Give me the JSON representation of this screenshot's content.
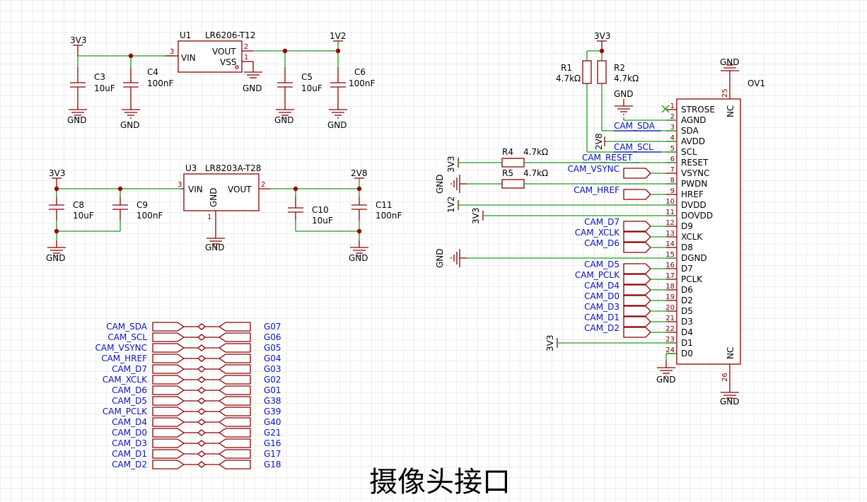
{
  "title": "摄像头接口",
  "colors": {
    "wire": "#1a9a1a",
    "symbol": "#8b0000",
    "net_label": "#0a10c8",
    "junction": "#a00000",
    "grid": "#dcdcdc"
  },
  "power_nets": {
    "p3v3": "3V3",
    "p1v2": "1V2",
    "p2v8": "2V8",
    "gnd": "GND"
  },
  "u1": {
    "ref": "U1",
    "part": "LR6206-T12",
    "pin_vin": "VIN",
    "pin_vout": "VOUT",
    "pin_vss": "VSS",
    "n3": "3",
    "n2": "2",
    "n1": "1"
  },
  "u3": {
    "ref": "U3",
    "part": "LR8203A-T28",
    "pin_vin": "VIN",
    "pin_vout": "VOUT",
    "pin_gnd": "GND",
    "n3": "3",
    "n2": "2",
    "n1": "1"
  },
  "caps": {
    "c3": {
      "ref": "C3",
      "val": "10uF"
    },
    "c4": {
      "ref": "C4",
      "val": "100nF"
    },
    "c5": {
      "ref": "C5",
      "val": "10uF"
    },
    "c6": {
      "ref": "C6",
      "val": "100nF"
    },
    "c8": {
      "ref": "C8",
      "val": "10uF"
    },
    "c9": {
      "ref": "C9",
      "val": "100nF"
    },
    "c10": {
      "ref": "C10",
      "val": "10uF"
    },
    "c11": {
      "ref": "C11",
      "val": "100nF"
    }
  },
  "resistors": {
    "r1": {
      "ref": "R1",
      "val": "4.7kΩ"
    },
    "r2": {
      "ref": "R2",
      "val": "4.7kΩ"
    },
    "r4": {
      "ref": "R4",
      "val": "4.7kΩ"
    },
    "r5": {
      "ref": "R5",
      "val": "4.7kΩ"
    }
  },
  "camera": {
    "ref": "OV1",
    "nc": "NC",
    "pin25": "25",
    "pin26": "26",
    "pins": [
      {
        "num": "1",
        "name": "STROSE"
      },
      {
        "num": "2",
        "name": "AGND"
      },
      {
        "num": "3",
        "name": "SDA"
      },
      {
        "num": "4",
        "name": "AVDD"
      },
      {
        "num": "5",
        "name": "SCL"
      },
      {
        "num": "6",
        "name": "RESET"
      },
      {
        "num": "7",
        "name": "VSYNC"
      },
      {
        "num": "8",
        "name": "PWDN"
      },
      {
        "num": "9",
        "name": "HREF"
      },
      {
        "num": "10",
        "name": "DVDD"
      },
      {
        "num": "11",
        "name": "DOVDD"
      },
      {
        "num": "12",
        "name": "D9"
      },
      {
        "num": "13",
        "name": "XCLK"
      },
      {
        "num": "14",
        "name": "D8"
      },
      {
        "num": "15",
        "name": "DGND"
      },
      {
        "num": "16",
        "name": "D7"
      },
      {
        "num": "17",
        "name": "PCLK"
      },
      {
        "num": "18",
        "name": "D6"
      },
      {
        "num": "19",
        "name": "D2"
      },
      {
        "num": "20",
        "name": "D5"
      },
      {
        "num": "21",
        "name": "D3"
      },
      {
        "num": "22",
        "name": "D4"
      },
      {
        "num": "23",
        "name": "D1"
      },
      {
        "num": "24",
        "name": "D0"
      }
    ]
  },
  "net_labels": {
    "cam_sda": "CAM_SDA",
    "cam_scl": "CAM_SCL",
    "cam_reset": "CAM_RESET",
    "cam_vsync": "CAM_VSYNC",
    "cam_href": "CAM_HREF",
    "cam_d7": "CAM_D7",
    "cam_xclk": "CAM_XCLK",
    "cam_d6": "CAM_D6",
    "cam_d5": "CAM_D5",
    "cam_pclk": "CAM_PCLK",
    "cam_d4": "CAM_D4",
    "cam_d0": "CAM_D0",
    "cam_d3": "CAM_D3",
    "cam_d1": "CAM_D1",
    "cam_d2": "CAM_D2"
  },
  "gpio_map": [
    {
      "net": "CAM_SDA",
      "gpio": "G07"
    },
    {
      "net": "CAM_SCL",
      "gpio": "G06"
    },
    {
      "net": "CAM_VSYNC",
      "gpio": "G05"
    },
    {
      "net": "CAM_HREF",
      "gpio": "G04"
    },
    {
      "net": "CAM_D7",
      "gpio": "G03"
    },
    {
      "net": "CAM_XCLK",
      "gpio": "G02"
    },
    {
      "net": "CAM_D6",
      "gpio": "G01"
    },
    {
      "net": "CAM_D5",
      "gpio": "G38"
    },
    {
      "net": "CAM_PCLK",
      "gpio": "G39"
    },
    {
      "net": "CAM_D4",
      "gpio": "G40"
    },
    {
      "net": "CAM_D0",
      "gpio": "G21"
    },
    {
      "net": "CAM_D3",
      "gpio": "G16"
    },
    {
      "net": "CAM_D1",
      "gpio": "G17"
    },
    {
      "net": "CAM_D2",
      "gpio": "G18"
    }
  ]
}
